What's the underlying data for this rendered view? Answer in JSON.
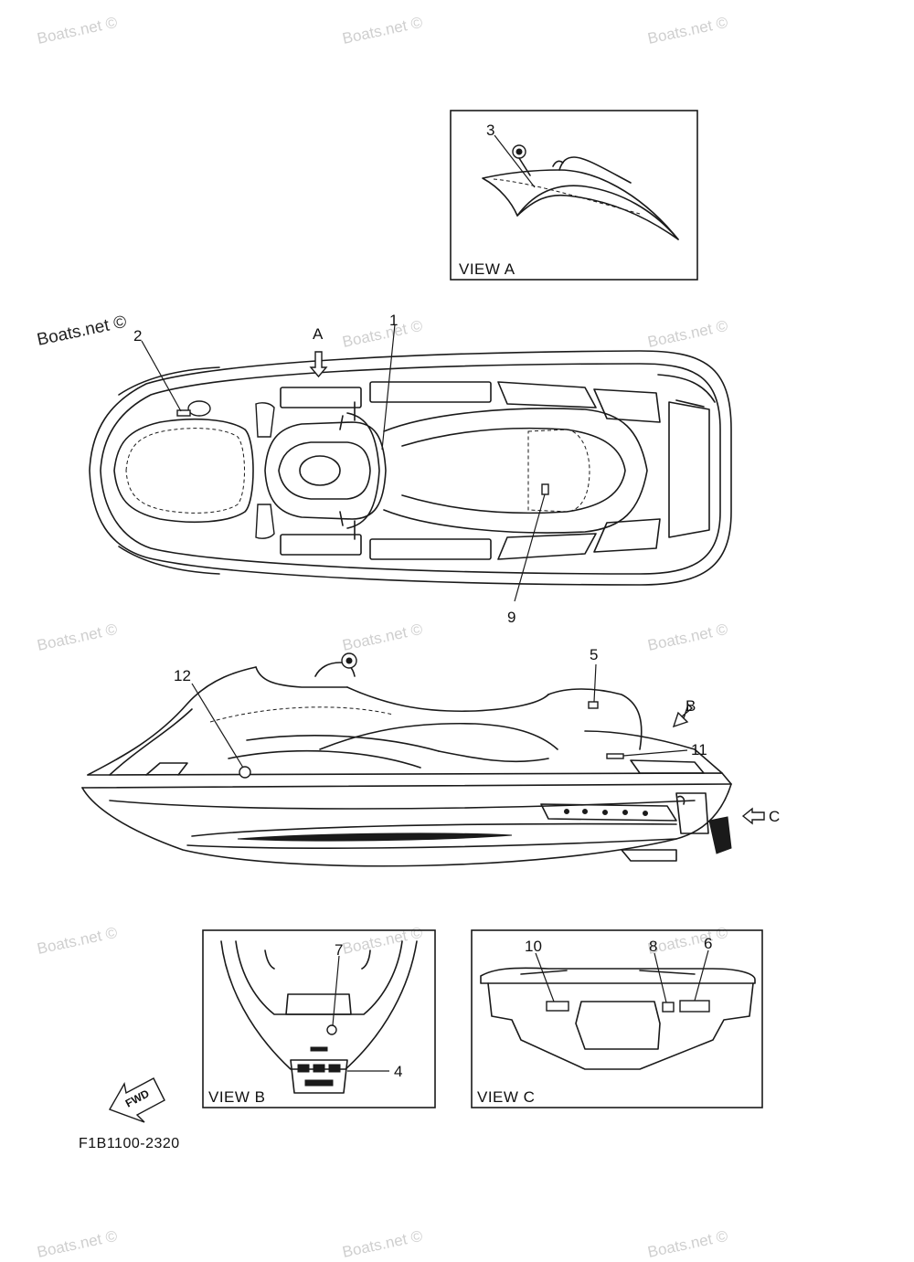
{
  "watermark_text": "Boats.net ©",
  "watermark_prominent": "Boats.net ©",
  "views": {
    "a": "VIEW A",
    "b": "VIEW B",
    "c": "VIEW C"
  },
  "view_arrows": {
    "a": "A",
    "b": "B",
    "c": "C"
  },
  "callouts": {
    "c1": "1",
    "c2": "2",
    "c3": "3",
    "c4": "4",
    "c5": "5",
    "c6": "6",
    "c7": "7",
    "c8": "8",
    "c9": "9",
    "c10": "10",
    "c11": "11",
    "c12": "12"
  },
  "fwd_label": "FWD",
  "drawing_code": "F1B1100-2320"
}
